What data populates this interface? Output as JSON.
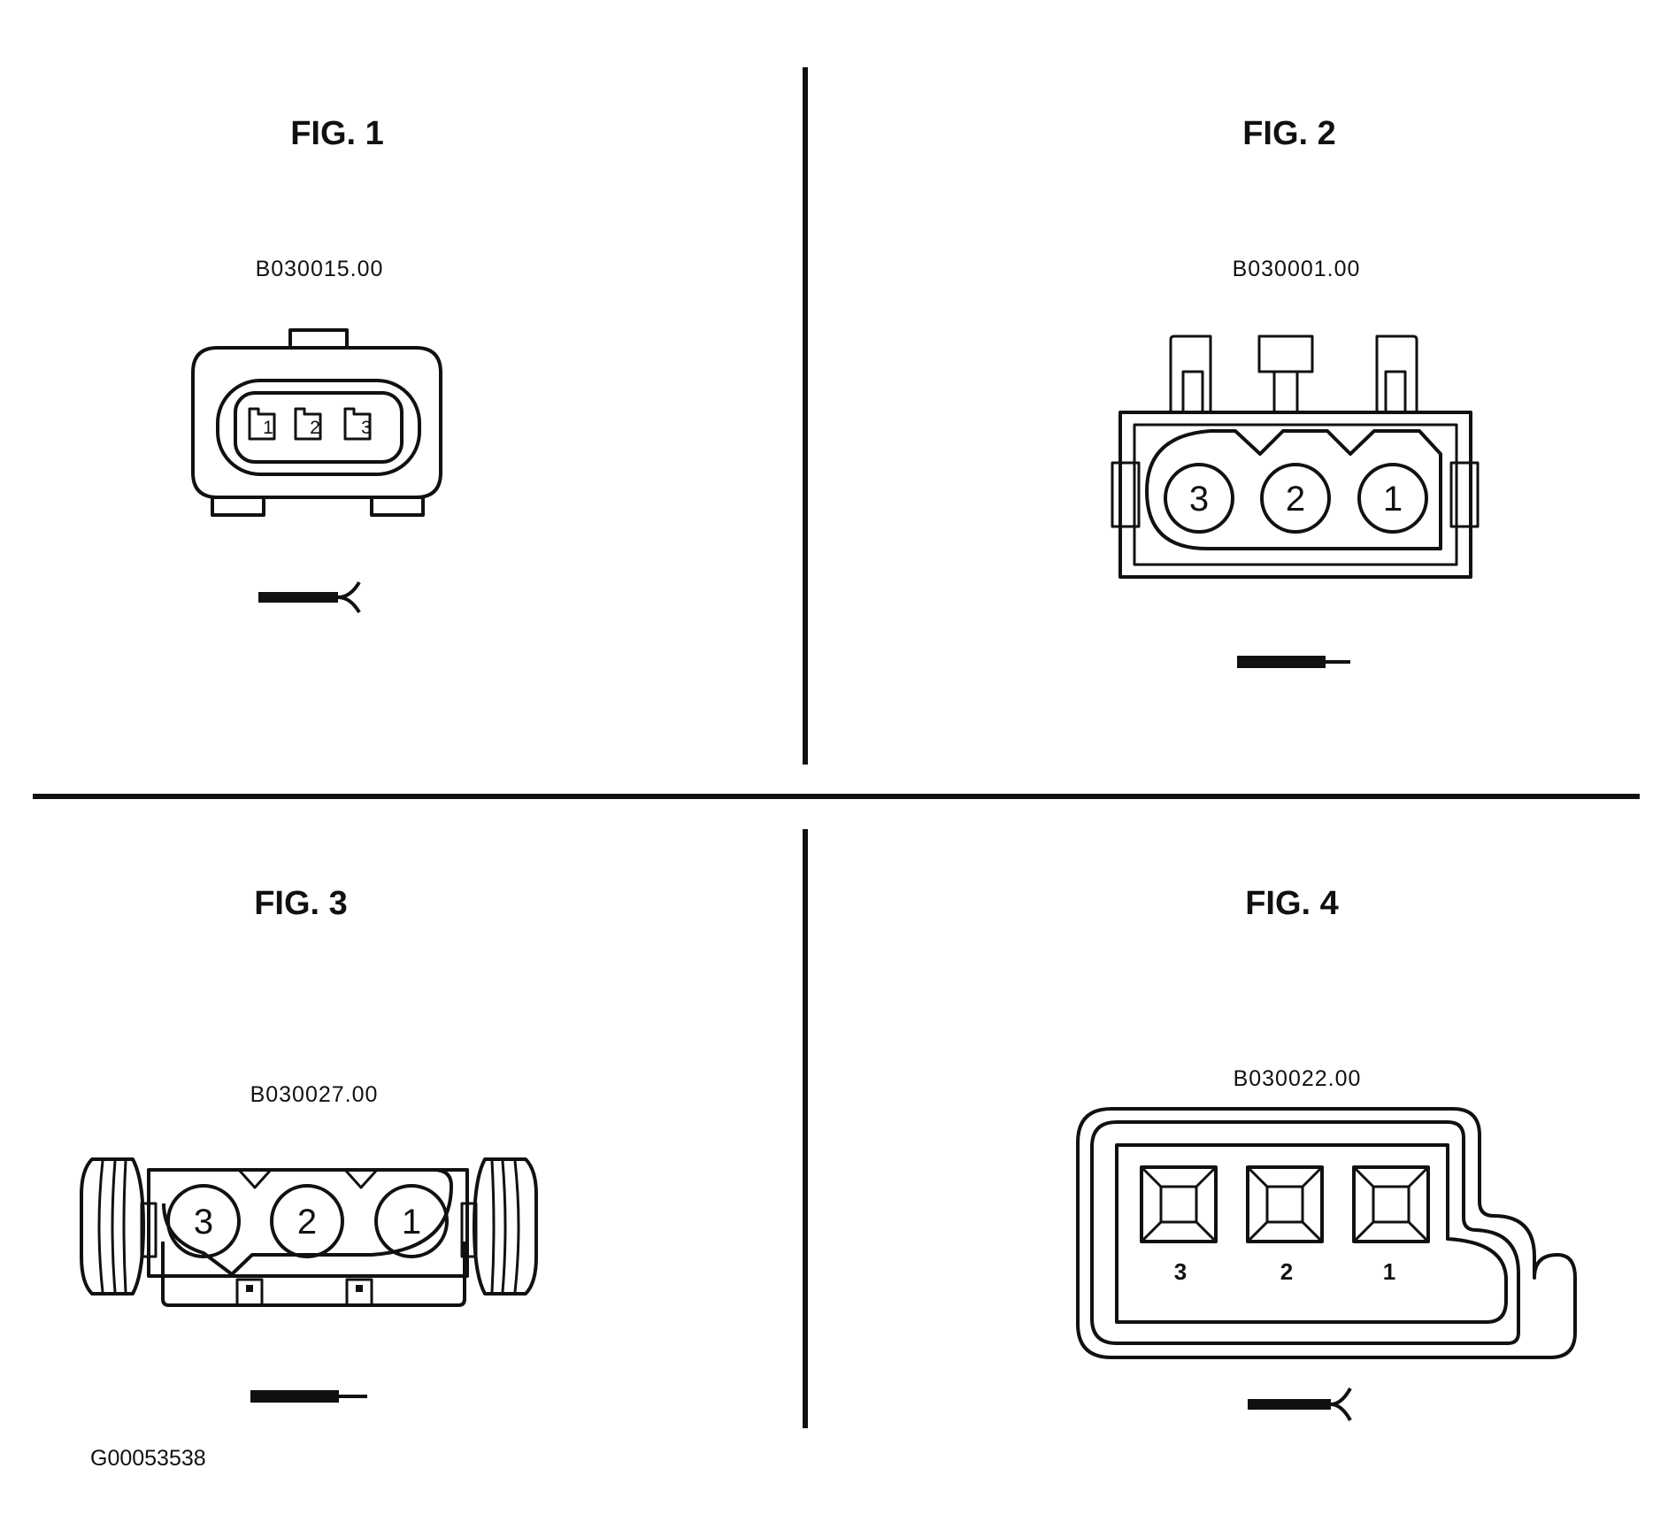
{
  "figures": [
    {
      "title": "FIG. 1",
      "part_number": "B030015.00",
      "pins": [
        "1",
        "2",
        "3"
      ],
      "terminal_type": "female-terminal-icon"
    },
    {
      "title": "FIG. 2",
      "part_number": "B030001.00",
      "pins": [
        "3",
        "2",
        "1"
      ],
      "terminal_type": "male-terminal-icon"
    },
    {
      "title": "FIG. 3",
      "part_number": "B030027.00",
      "pins": [
        "3",
        "2",
        "1"
      ],
      "terminal_type": "male-terminal-icon"
    },
    {
      "title": "FIG. 4",
      "part_number": "B030022.00",
      "pins": [
        "3",
        "2",
        "1"
      ],
      "terminal_type": "female-terminal-icon"
    }
  ],
  "reference_id": "G00053538",
  "colors": {
    "ink": "#111111",
    "background": "#ffffff"
  }
}
